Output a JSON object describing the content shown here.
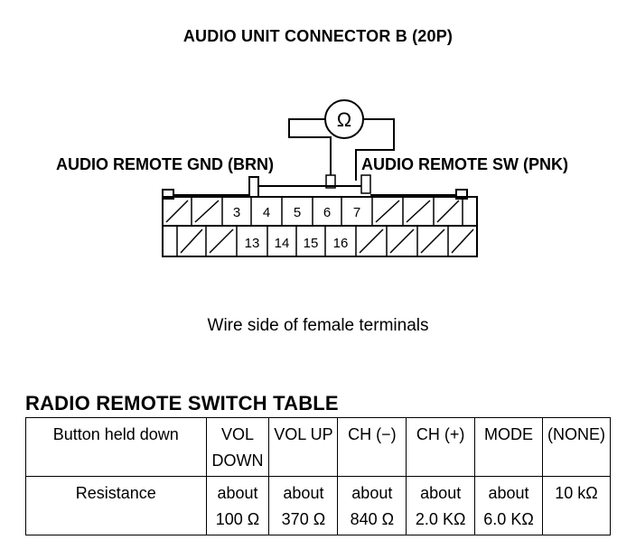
{
  "title": "AUDIO UNIT CONNECTOR B (20P)",
  "labels": {
    "gnd": "AUDIO REMOTE GND (BRN)",
    "sw": "AUDIO REMOTE SW (PNK)",
    "ohm_symbol": "Ω"
  },
  "connector": {
    "top_row_pins": [
      "3",
      "4",
      "5",
      "6",
      "7"
    ],
    "bottom_row_pins": [
      "13",
      "14",
      "15",
      "16"
    ]
  },
  "caption": "Wire side of female terminals",
  "table": {
    "title": "RADIO REMOTE SWITCH TABLE",
    "row_headers": [
      "Button held down",
      "Resistance"
    ],
    "columns": [
      {
        "button": [
          "VOL",
          "DOWN"
        ],
        "resistance": [
          "about",
          "100 Ω"
        ]
      },
      {
        "button": [
          "VOL UP"
        ],
        "resistance": [
          "about",
          "370 Ω"
        ]
      },
      {
        "button": [
          "CH (−)"
        ],
        "resistance": [
          "about",
          "840 Ω"
        ]
      },
      {
        "button": [
          "CH (+)"
        ],
        "resistance": [
          "about",
          "2.0 KΩ"
        ]
      },
      {
        "button": [
          "MODE"
        ],
        "resistance": [
          "about",
          "6.0 KΩ"
        ]
      },
      {
        "button": [
          "(NONE)"
        ],
        "resistance": [
          "10 kΩ"
        ]
      }
    ]
  }
}
